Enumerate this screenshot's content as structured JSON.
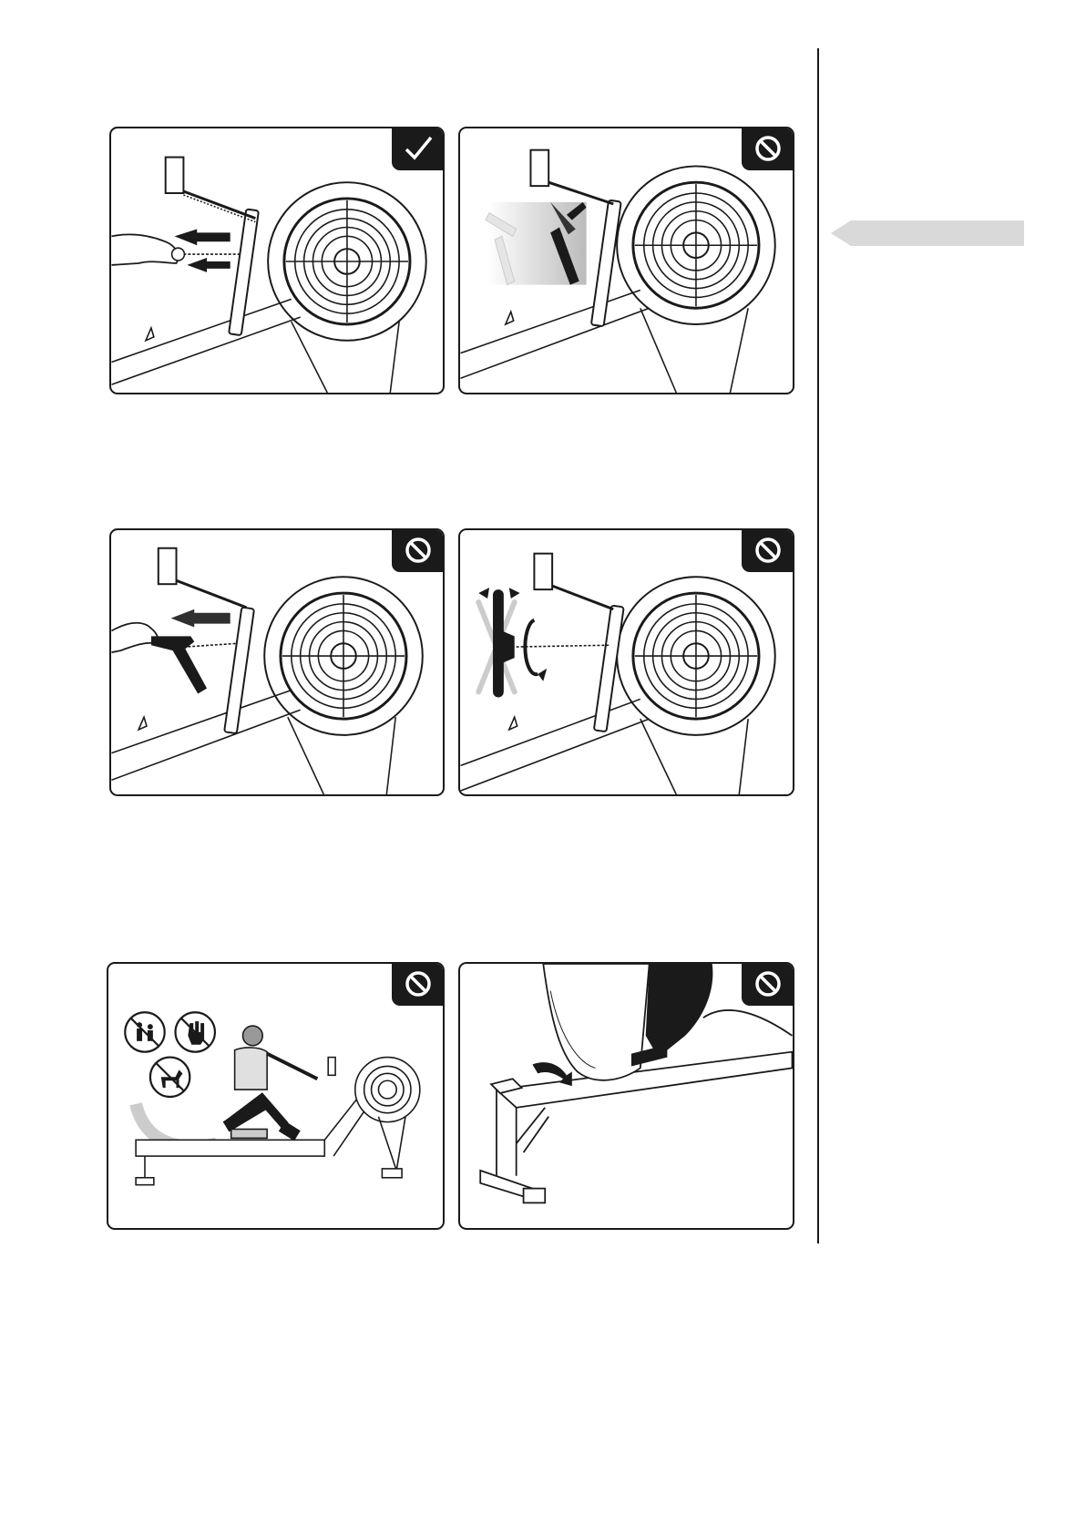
{
  "page": {
    "panels": [
      {
        "id": "p1",
        "badge": "check-icon",
        "status": "correct"
      },
      {
        "id": "p2",
        "badge": "prohibited-icon",
        "status": "incorrect"
      },
      {
        "id": "p3",
        "badge": "prohibited-icon",
        "status": "incorrect"
      },
      {
        "id": "p4",
        "badge": "prohibited-icon",
        "status": "incorrect"
      },
      {
        "id": "p5",
        "badge": "prohibited-icon",
        "status": "incorrect"
      },
      {
        "id": "p6",
        "badge": "prohibited-icon",
        "status": "incorrect"
      }
    ],
    "colors": {
      "ink": "#1a1a1a",
      "badge_bg": "#1a1a1a",
      "badge_fg": "#ffffff",
      "tab": "#d9d9d9"
    }
  }
}
